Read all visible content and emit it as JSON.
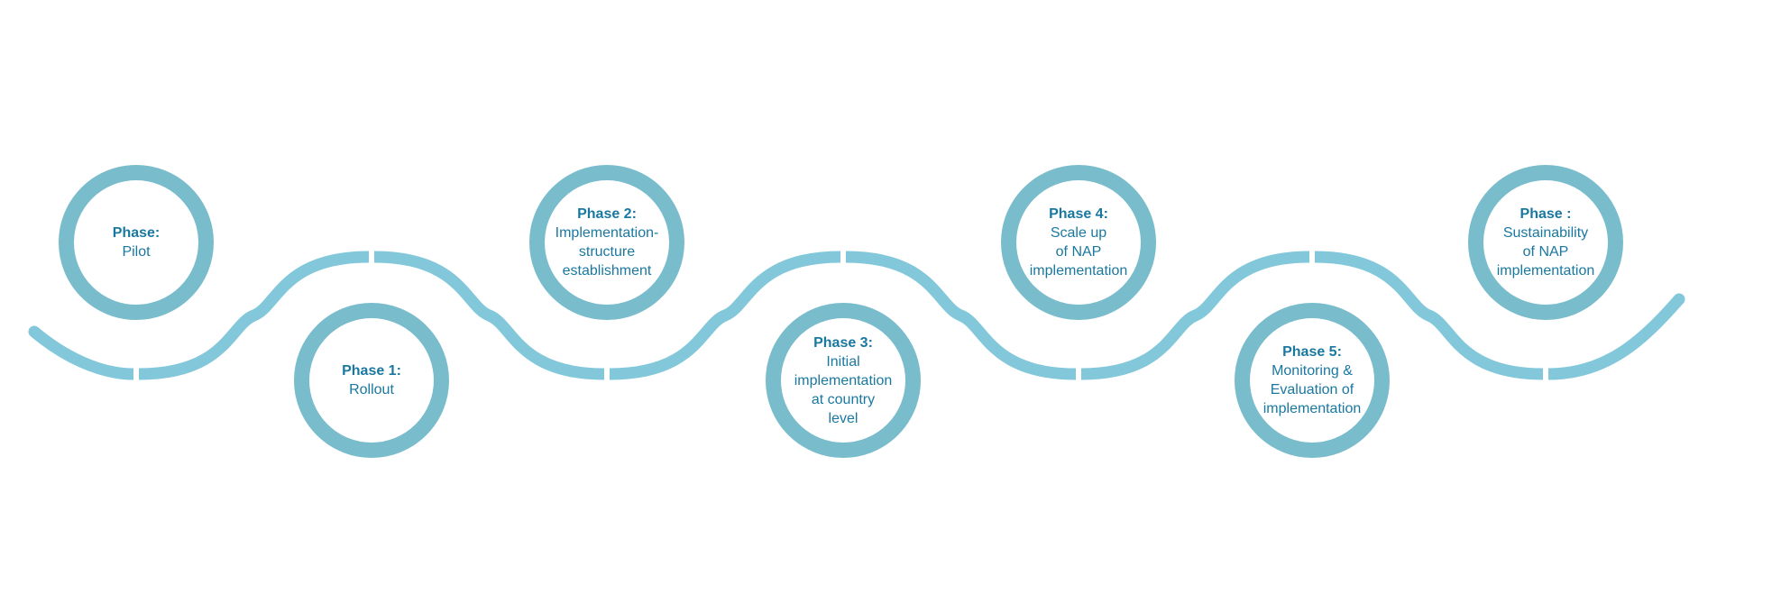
{
  "diagram": {
    "type": "timeline-wave",
    "colors": {
      "ring": "#79bccc",
      "wave": "#82c8da",
      "text": "#1a78a0",
      "background": "#ffffff"
    },
    "phases": [
      {
        "title": "Phase:",
        "description": "Pilot",
        "position": "top"
      },
      {
        "title": "Phase 1:",
        "description": "Rollout",
        "position": "bottom"
      },
      {
        "title": "Phase 2:",
        "description": "Implementation-\nstructure\nestablishment",
        "position": "top"
      },
      {
        "title": "Phase 3:",
        "description": "Initial\nimplementation\nat country\nlevel",
        "position": "bottom"
      },
      {
        "title": "Phase 4:",
        "description": "Scale up\nof NAP\nimplementation",
        "position": "top"
      },
      {
        "title": "Phase 5:",
        "description": "Monitoring &\nEvaluation of\nimplementation",
        "position": "bottom"
      },
      {
        "title": "Phase :",
        "description": "Sustainability\nof NAP\nimplementation",
        "position": "top"
      }
    ]
  }
}
